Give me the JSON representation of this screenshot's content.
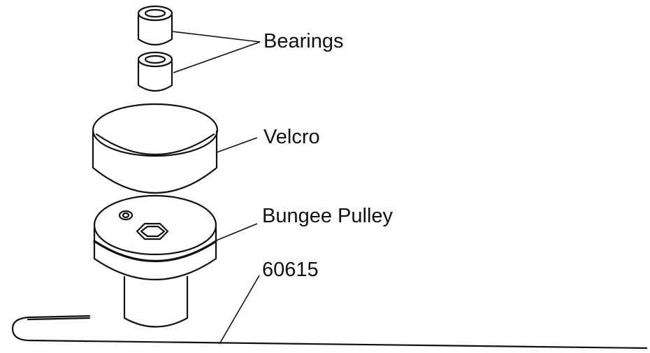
{
  "labels": {
    "bearings": "Bearings",
    "velcro": "Velcro",
    "bungee_pulley": "Bungee Pulley",
    "part_number": "60615"
  }
}
